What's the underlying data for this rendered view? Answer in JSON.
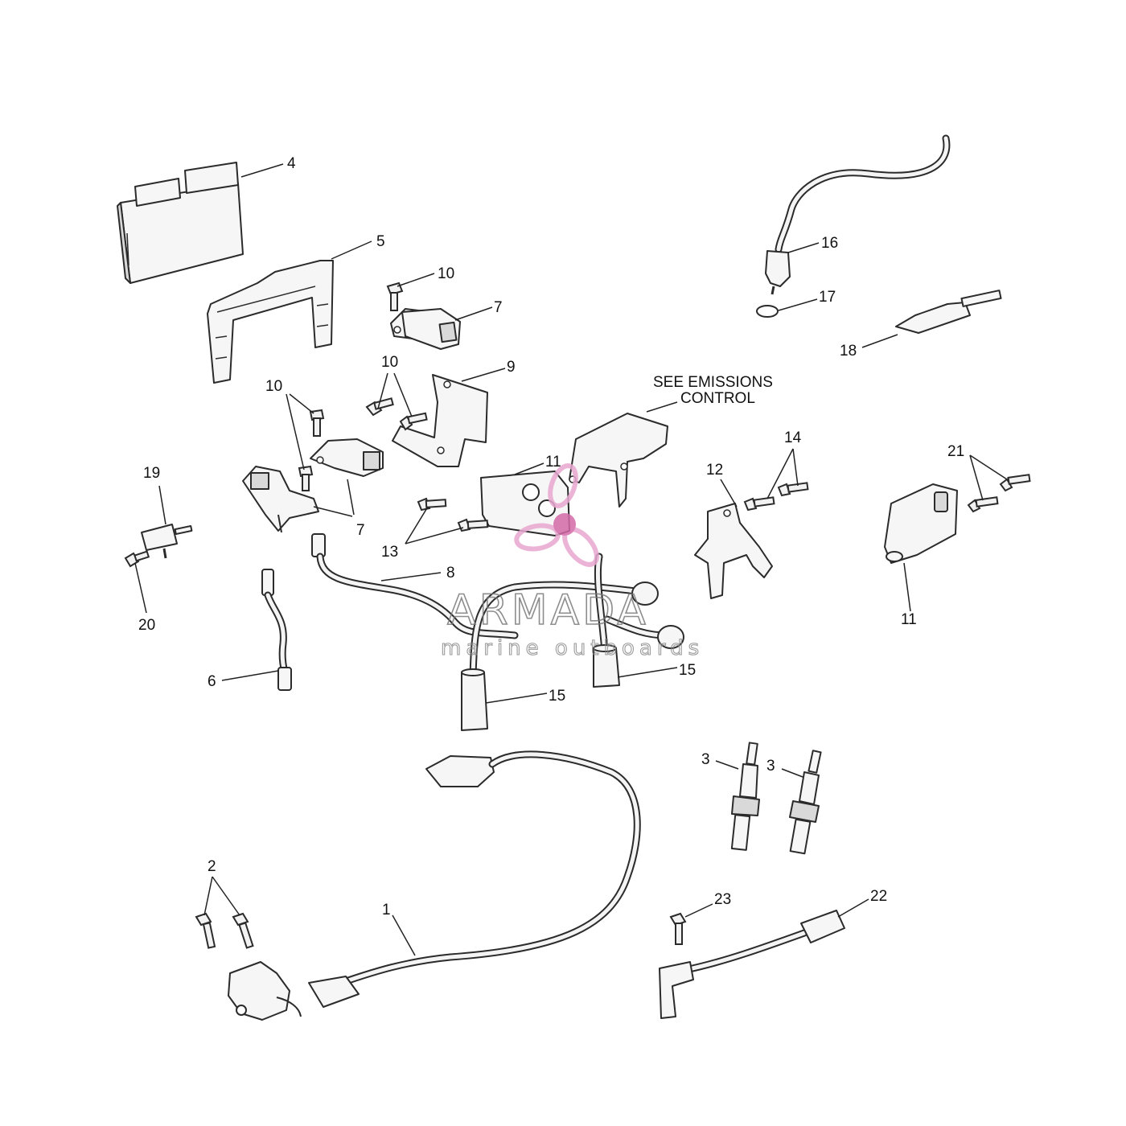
{
  "callouts": {
    "c1": "1",
    "c2": "2",
    "c3a": "3",
    "c3b": "3",
    "c4": "4",
    "c5": "5",
    "c6": "6",
    "c7a": "7",
    "c7b": "7",
    "c8": "8",
    "c9": "9",
    "c10a": "10",
    "c10b": "10",
    "c10c": "10",
    "c11a": "11",
    "c11b": "11",
    "c12": "12",
    "c13": "13",
    "c14": "14",
    "c15a": "15",
    "c15b": "15",
    "c16": "16",
    "c17": "17",
    "c18": "18",
    "c19": "19",
    "c20": "20",
    "c21": "21",
    "c22": "22",
    "c23": "23"
  },
  "note": {
    "line1": "SEE EMISSIONS",
    "line2": "CONTROL"
  },
  "watermark": {
    "brand": "ARMADA",
    "sub": "marine outboards",
    "logo_color": "#e8a8d0",
    "logo_dark": "#d46aa8"
  }
}
